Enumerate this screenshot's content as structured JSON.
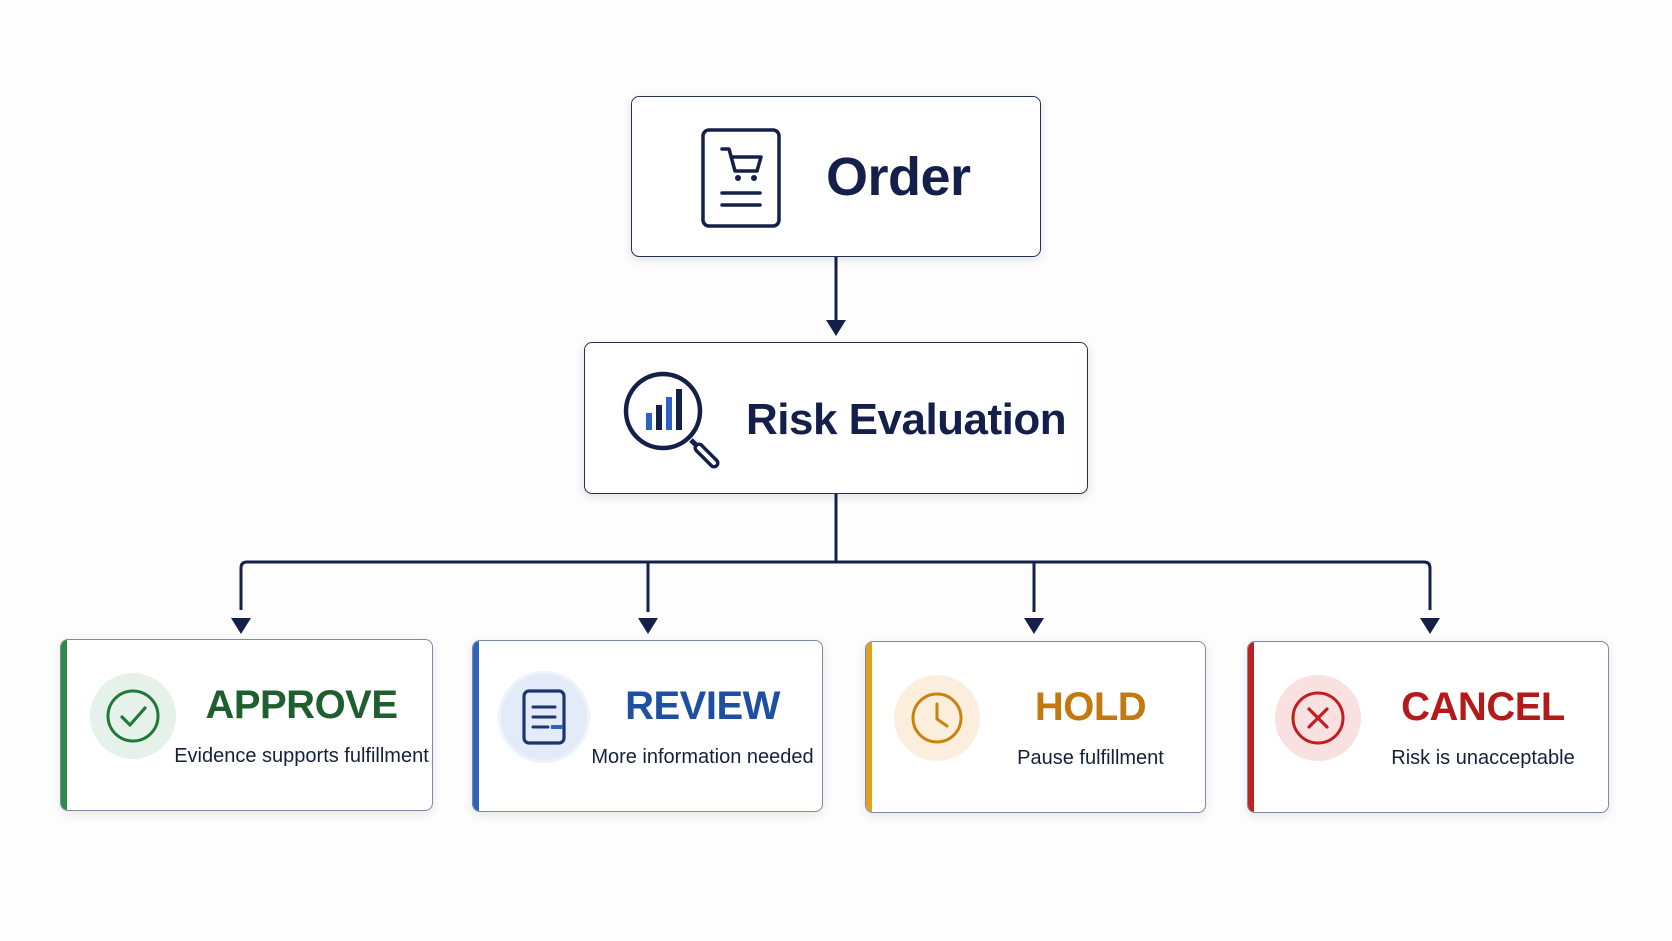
{
  "diagram": {
    "root": {
      "label": "Order",
      "icon": "cart-document-icon"
    },
    "evaluation": {
      "label": "Risk Evaluation",
      "icon": "magnifier-bar-chart-icon"
    },
    "outcomes": [
      {
        "label": "APPROVE",
        "description": "Evidence supports fulfillment",
        "icon": "check-circle-icon",
        "color": "#1f7a3a",
        "accent": "#2e8b47"
      },
      {
        "label": "REVIEW",
        "description": "More information needed",
        "icon": "document-icon",
        "color": "#1d4fa3",
        "accent": "#2f61c0"
      },
      {
        "label": "HOLD",
        "description": "Pause fulfillment",
        "icon": "clock-icon",
        "color": "#c9820e",
        "accent": "#e2a01e"
      },
      {
        "label": "CANCEL",
        "description": "Risk is unacceptable",
        "icon": "x-circle-icon",
        "color": "#c01f1f",
        "accent": "#c0201f"
      }
    ],
    "edges": [
      {
        "from": "Order",
        "to": "Risk Evaluation"
      },
      {
        "from": "Risk Evaluation",
        "to": "APPROVE"
      },
      {
        "from": "Risk Evaluation",
        "to": "REVIEW"
      },
      {
        "from": "Risk Evaluation",
        "to": "HOLD"
      },
      {
        "from": "Risk Evaluation",
        "to": "CANCEL"
      }
    ],
    "line_color": "#14204a"
  }
}
